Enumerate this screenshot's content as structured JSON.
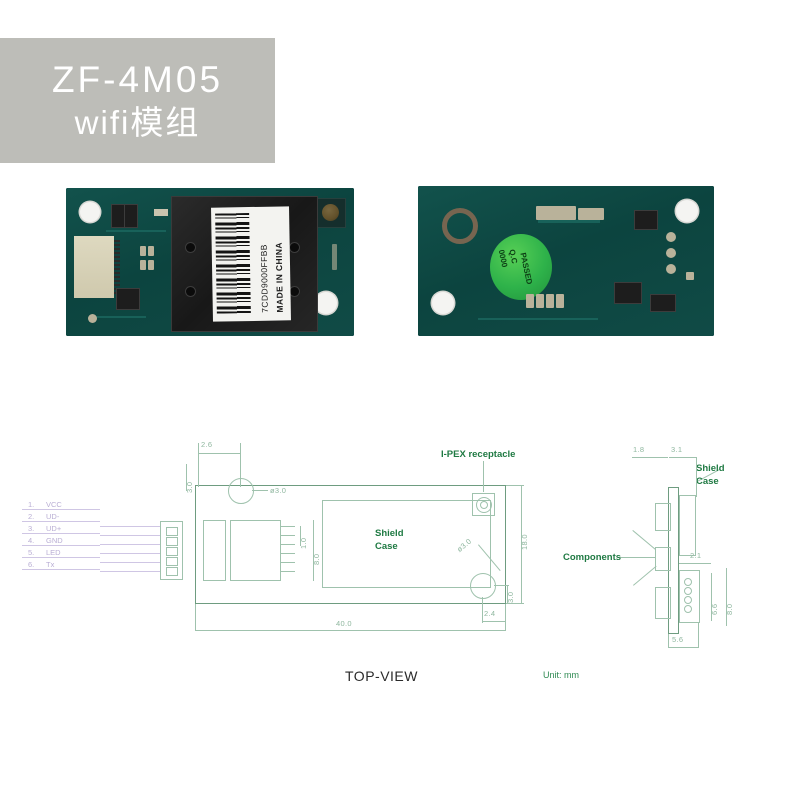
{
  "banner": {
    "line1": "ZF-4M05",
    "line2": "wifi模组",
    "bg_color": "#bdbdb8",
    "text_color": "#ffffff"
  },
  "photos": {
    "front": {
      "name": "pcb-front-view",
      "label_serial": "7CDD9000FFBB",
      "label_origin": "MADE IN CHINA"
    },
    "back": {
      "name": "pcb-back-view",
      "qc_sticker_line1": "Q.C",
      "qc_sticker_line2": "PASSED",
      "qc_sticker_line3": "0000"
    }
  },
  "drawing": {
    "view_label": "TOP-VIEW",
    "unit_label": "Unit: mm",
    "callouts": {
      "ipex": "I-PEX receptacle",
      "shield_case": "Shield\nCase",
      "shield_case_l1": "Shield",
      "shield_case_l2": "Case",
      "components": "Components"
    },
    "pins": [
      {
        "num": "1.",
        "name": "VCC"
      },
      {
        "num": "2.",
        "name": "UD-"
      },
      {
        "num": "3.",
        "name": "UD+"
      },
      {
        "num": "4.",
        "name": "GND"
      },
      {
        "num": "5.",
        "name": "LED"
      },
      {
        "num": "6.",
        "name": "Tx"
      }
    ],
    "dimensions": {
      "top_offset": "2.6",
      "hole_offset_v": "3.0",
      "hole_dia_left": "ø3.0",
      "hole_dia_right": "ø3.0",
      "conn_pitch": "1.0",
      "conn_span": "8.0",
      "board_length": "40.0",
      "board_width": "18.0",
      "hole_offset_right_v": "3.0",
      "hole_offset_right_h": "2.4",
      "side_dim_18": "1.8",
      "side_dim_31": "3.1",
      "side_dim_21": "2.1",
      "side_dim_56": "5.6",
      "side_dim_66": "6.6",
      "side_dim_80": "8.0"
    }
  },
  "colors": {
    "drawing_line": "#9fc2ad",
    "drawing_outline": "#6e9c80",
    "callout_green": "#1f7a43",
    "pin_label": "#b9aed4",
    "pcb_green": "#11564f"
  }
}
